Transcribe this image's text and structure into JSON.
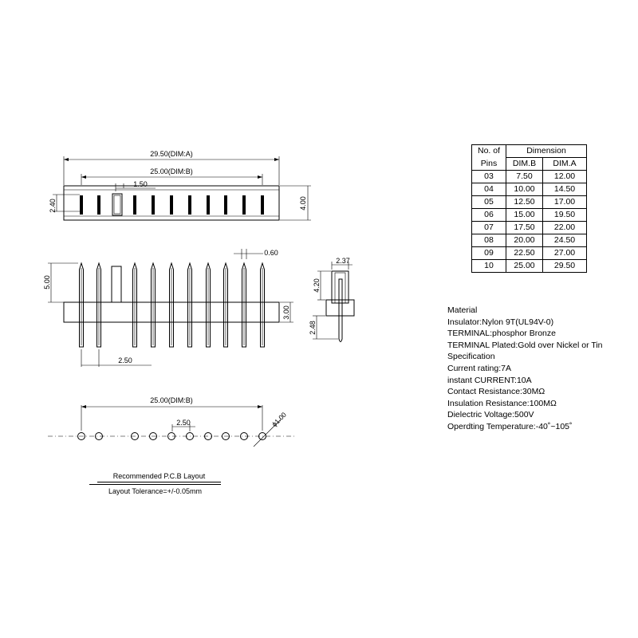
{
  "top_view": {
    "overall_length": "29.50(DIM:A)",
    "pin_span": "25.00(DIM:B)",
    "pitch": "1.50",
    "height_left": "2.40",
    "height_right": "4.00"
  },
  "side_view": {
    "pin_width": "0.60",
    "pin_above": "5.00",
    "body_height": "3.00",
    "pitch": "2.50"
  },
  "end_view": {
    "width": "2.37",
    "upper": "4.20",
    "lower": "2.48"
  },
  "pcb_layout": {
    "span": "25.00(DIM:B)",
    "pitch": "2.50",
    "hole": "ϕ1.00",
    "caption": "Recommended P.C.B Layout",
    "tolerance": "Layout Tolerance=+/-0.05mm"
  },
  "table": {
    "col_pins_line1": "No. of",
    "col_pins_line2": "Pins",
    "col_dimension": "Dimension",
    "col_dim_b": "DIM.B",
    "col_dim_a": "DIM.A",
    "rows": [
      {
        "pins": "03",
        "b": "7.50",
        "a": "12.00"
      },
      {
        "pins": "04",
        "b": "10.00",
        "a": "14.50"
      },
      {
        "pins": "05",
        "b": "12.50",
        "a": "17.00"
      },
      {
        "pins": "06",
        "b": "15.00",
        "a": "19.50"
      },
      {
        "pins": "07",
        "b": "17.50",
        "a": "22.00"
      },
      {
        "pins": "08",
        "b": "20.00",
        "a": "24.50"
      },
      {
        "pins": "09",
        "b": "22.50",
        "a": "27.00"
      },
      {
        "pins": "10",
        "b": "25.00",
        "a": "29.50"
      }
    ]
  },
  "material": {
    "heading": "Material",
    "insulator": "Insulator:Nylon 9T(UL94V-0)",
    "terminal": "TERMINAL:phosphor Bronze",
    "plating": "TERMINAL Plated:Gold over Nickel or Tin",
    "spec": "Specification",
    "current": "Current rating:7A",
    "instant": "instant CURRENT:10A",
    "contact": "Contact Resistance:30MΩ",
    "insulation": "Insulation Resistance:100MΩ",
    "dielectric": "Dielectric Voltage:500V",
    "temperature": "Operdting Temperature:-40˚~105˚"
  }
}
